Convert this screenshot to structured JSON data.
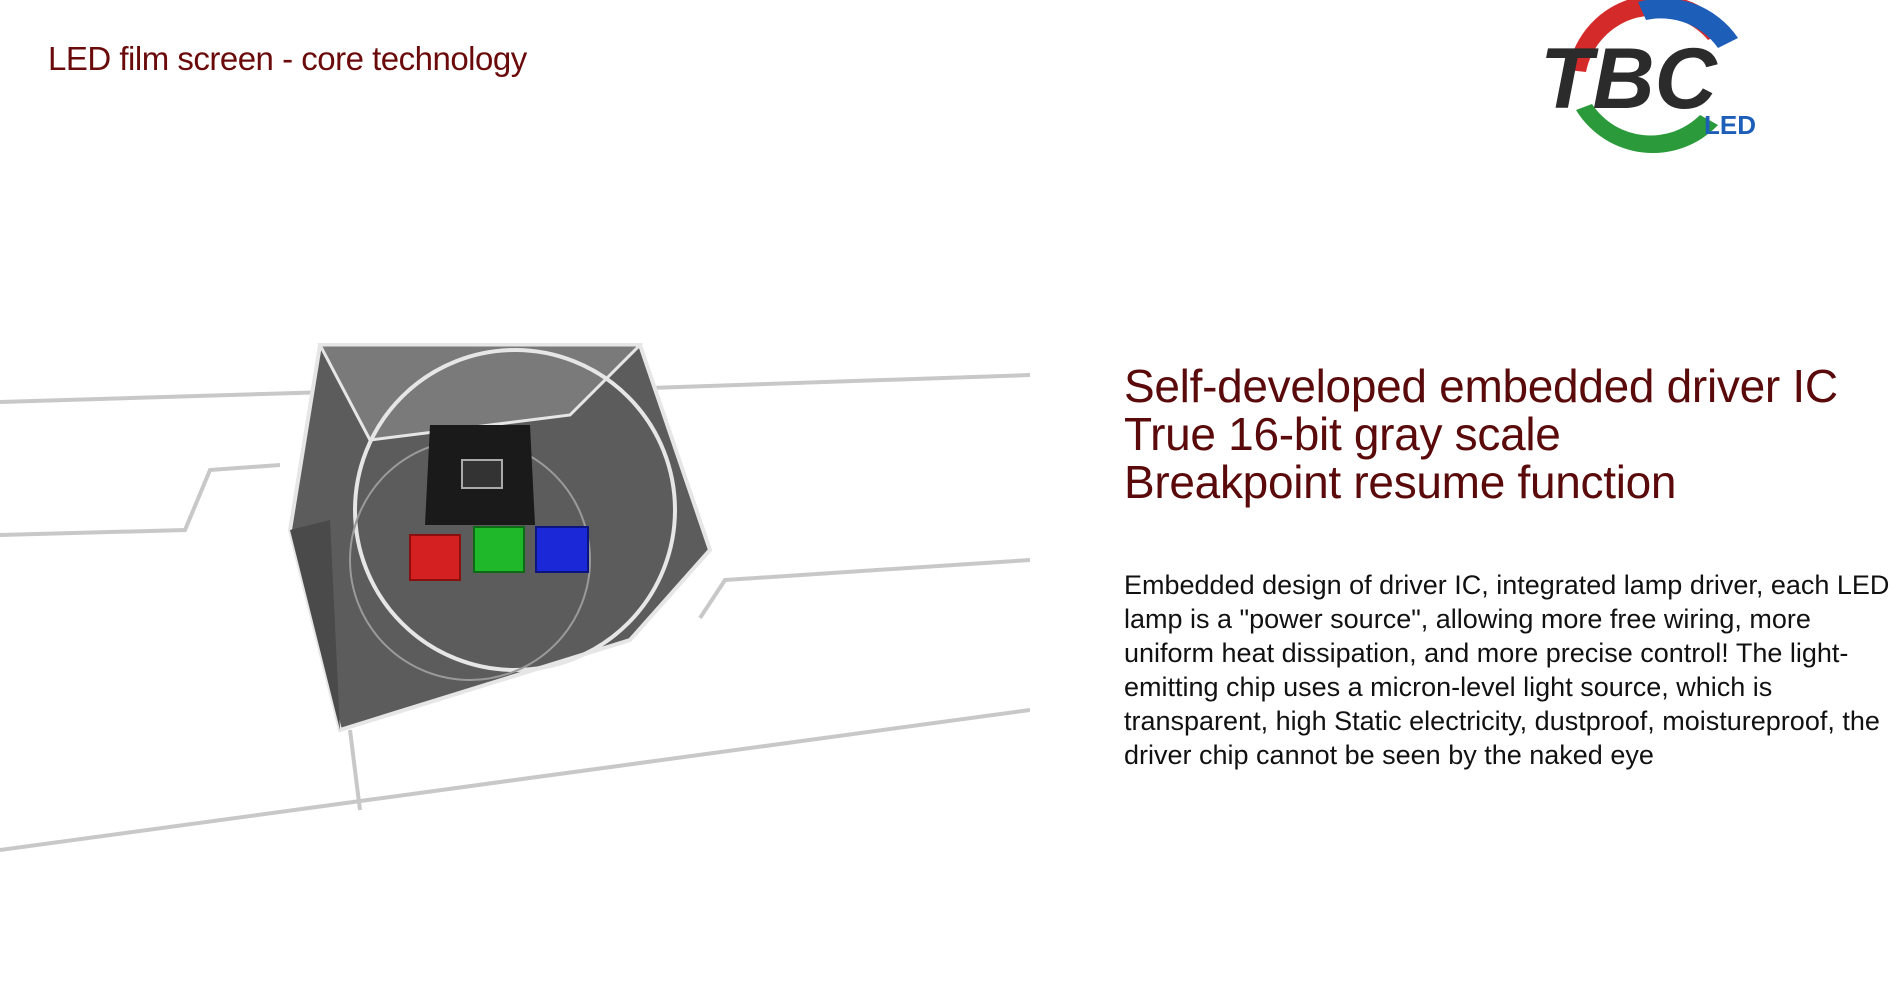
{
  "page": {
    "title": "LED film screen - core technology"
  },
  "logo": {
    "brand_text": "TBC",
    "sub_text": "LED",
    "colors": {
      "red": "#d52a2a",
      "blue": "#1d5fb8",
      "green": "#2a9a3a",
      "dark": "#2b2b2b"
    }
  },
  "illustration": {
    "icon": "led-chip-diagram",
    "chip_colors": [
      "#d42020",
      "#1fb82a",
      "#1a28d8"
    ]
  },
  "feature": {
    "headline": [
      "Self-developed embedded driver IC",
      "True 16-bit gray scale",
      "Breakpoint resume function"
    ],
    "body": "Embedded design of driver IC, integrated lamp driver, each LED lamp is a \"power source\", allowing more free wiring, more uniform heat dissipation, and more precise control! The light-emitting chip uses a micron-level light source, which is transparent, high Static electricity, dustproof, moistureproof, the driver chip cannot be seen by the naked eye"
  }
}
